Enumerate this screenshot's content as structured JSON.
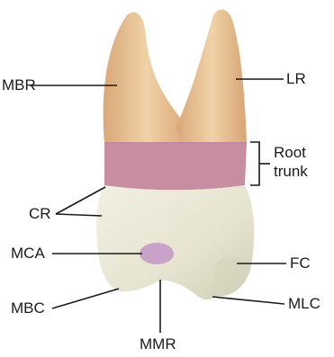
{
  "labels": {
    "mbr": "MBR",
    "lr": "LR",
    "root_trunk_line1": "Root",
    "root_trunk_line2": "trunk",
    "cr": "CR",
    "mca": "MCA",
    "fc": "FC",
    "mbc": "MBC",
    "mlc": "MLC",
    "mmr": "MMR"
  },
  "colors": {
    "root": "#e8c396",
    "root_trunk_band": "#c2849a",
    "crown": "#e9e8d4",
    "contact_area": "#c8a2c8",
    "leader": "#1a1a1a"
  }
}
